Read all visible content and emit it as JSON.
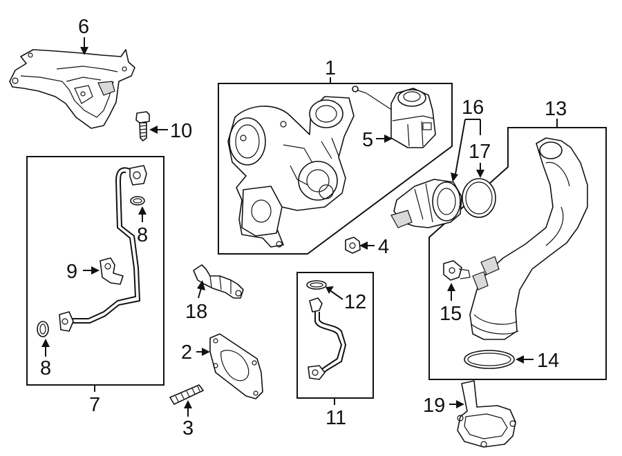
{
  "labels": {
    "l1": "1",
    "l2": "2",
    "l3": "3",
    "l4": "4",
    "l5": "5",
    "l6": "6",
    "l7": "7",
    "l8a": "8",
    "l8b": "8",
    "l9": "9",
    "l10": "10",
    "l11": "11",
    "l12": "12",
    "l13": "13",
    "l14": "14",
    "l15": "15",
    "l16": "16",
    "l17": "17",
    "l18": "18",
    "l19": "19"
  },
  "parts": [
    {
      "number": "1",
      "name": "turbocharger-assembly"
    },
    {
      "number": "2",
      "name": "gasket"
    },
    {
      "number": "3",
      "name": "stud"
    },
    {
      "number": "4",
      "name": "nut"
    },
    {
      "number": "5",
      "name": "actuator"
    },
    {
      "number": "6",
      "name": "heat-shield"
    },
    {
      "number": "7",
      "name": "oil-feed-line-kit"
    },
    {
      "number": "8",
      "name": "seal"
    },
    {
      "number": "9",
      "name": "bracket"
    },
    {
      "number": "10",
      "name": "bolt"
    },
    {
      "number": "11",
      "name": "oil-return-line-kit"
    },
    {
      "number": "12",
      "name": "seal"
    },
    {
      "number": "13",
      "name": "intercooler-hose-kit"
    },
    {
      "number": "14",
      "name": "o-ring"
    },
    {
      "number": "15",
      "name": "sensor"
    },
    {
      "number": "16",
      "name": "outlet-pipe-kit"
    },
    {
      "number": "17",
      "name": "o-ring"
    },
    {
      "number": "18",
      "name": "coolant-line"
    },
    {
      "number": "19",
      "name": "support-bracket"
    }
  ]
}
